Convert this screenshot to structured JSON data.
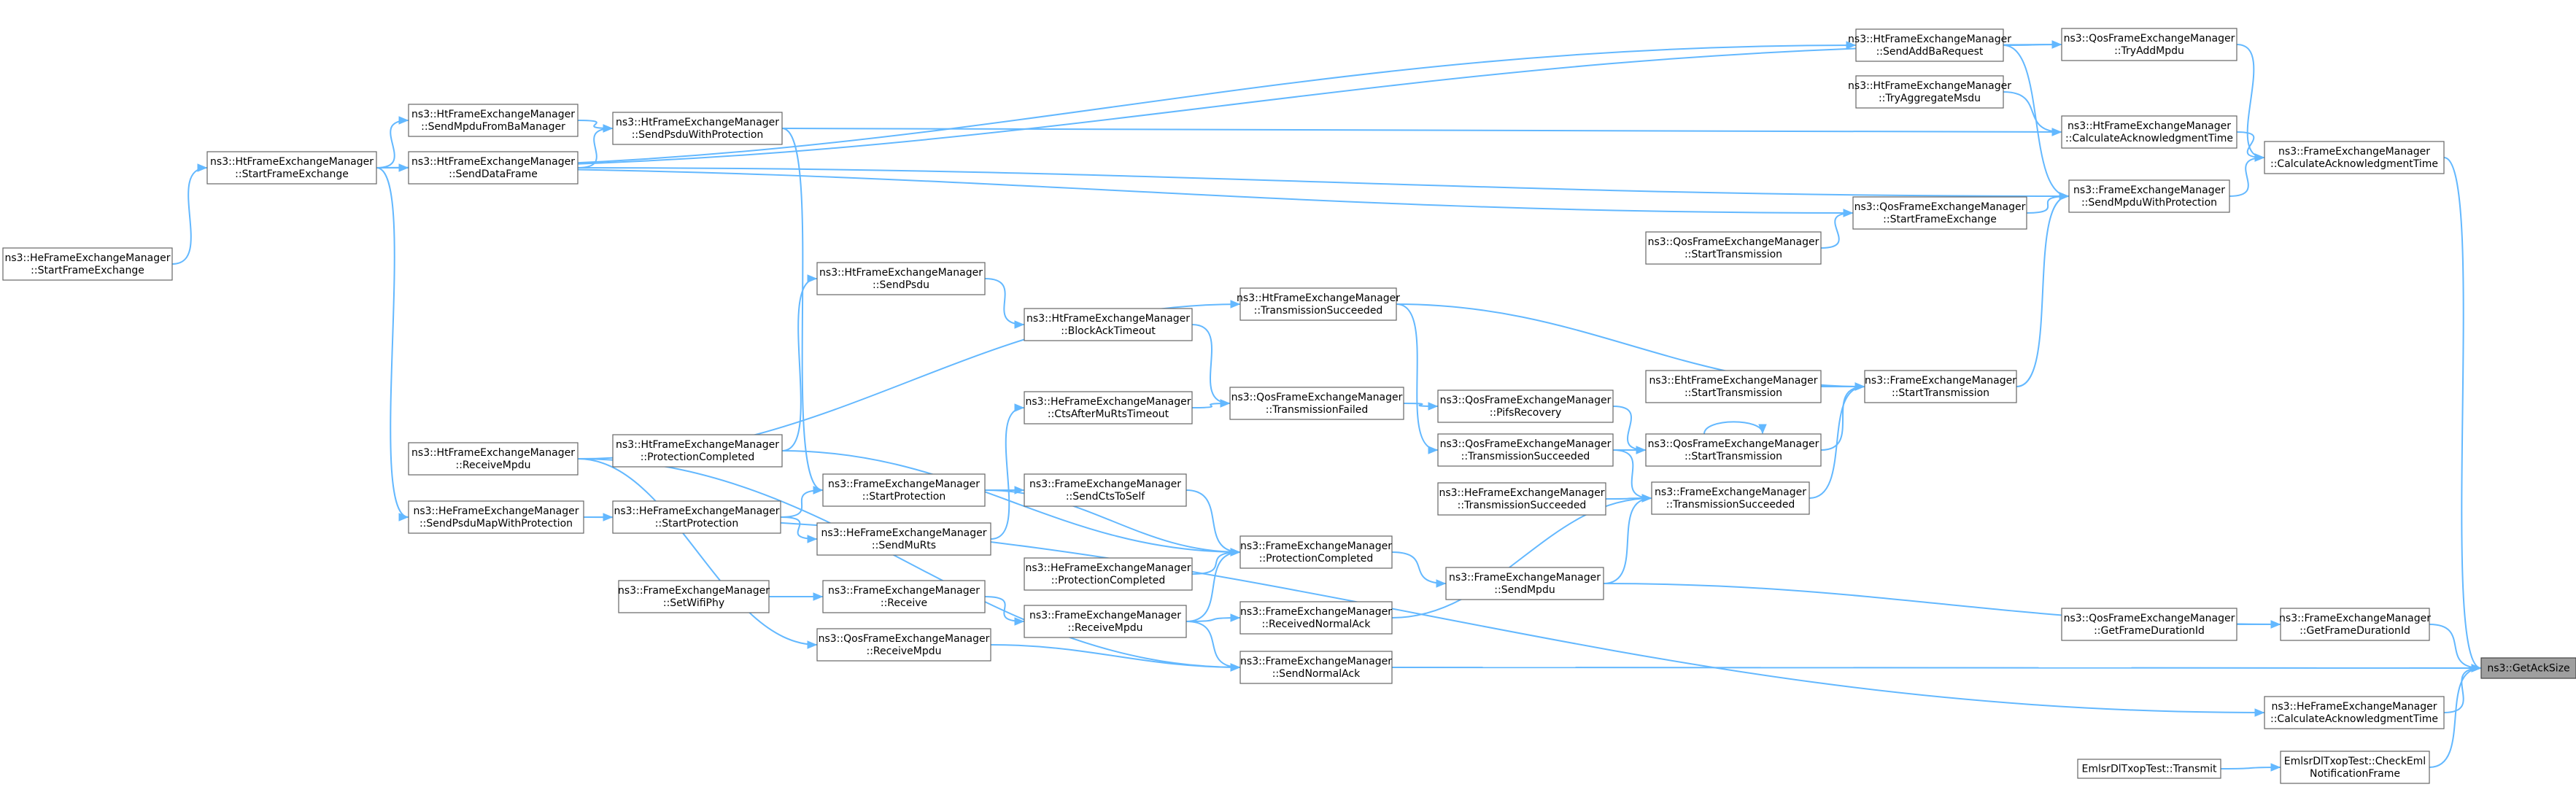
{
  "graph": {
    "highlight_node": "GetAckSize",
    "edge_color": "#63b8ff",
    "node_fill": "#ffffff",
    "highlight_fill": "#9f9f9f",
    "nodes": [
      {
        "id": "GetAckSize",
        "lines": [
          "ns3::GetAckSize"
        ]
      },
      {
        "id": "FEM_CalcAck",
        "lines": [
          "ns3::FrameExchangeManager",
          "::CalculateAcknowledgmentTime"
        ]
      },
      {
        "id": "FEM_GetFrameDurationId",
        "lines": [
          "ns3::FrameExchangeManager",
          "::GetFrameDurationId"
        ]
      },
      {
        "id": "FEM_SendNormalAck",
        "lines": [
          "ns3::FrameExchangeManager",
          "::SendNormalAck"
        ]
      },
      {
        "id": "HeFEM_CalcAck",
        "lines": [
          "ns3::HeFrameExchangeManager",
          "::CalculateAcknowledgmentTime"
        ]
      },
      {
        "id": "Emlsr_CheckEml",
        "lines": [
          "EmlsrDlTxopTest::CheckEml",
          "NotificationFrame"
        ]
      },
      {
        "id": "Emlsr_Transmit",
        "lines": [
          "EmlsrDlTxopTest::Transmit"
        ]
      },
      {
        "id": "QosFEM_GetFrameDurationId",
        "lines": [
          "ns3::QosFrameExchangeManager",
          "::GetFrameDurationId"
        ]
      },
      {
        "id": "FEM_SendMpduWithProtection",
        "lines": [
          "ns3::FrameExchangeManager",
          "::SendMpduWithProtection"
        ]
      },
      {
        "id": "HtFEM_CalcAck",
        "lines": [
          "ns3::HtFrameExchangeManager",
          "::CalculateAcknowledgmentTime"
        ]
      },
      {
        "id": "QosFEM_TryAddMpdu",
        "lines": [
          "ns3::QosFrameExchangeManager",
          "::TryAddMpdu"
        ]
      },
      {
        "id": "HtFEM_SendAddBaRequest",
        "lines": [
          "ns3::HtFrameExchangeManager",
          "::SendAddBaRequest"
        ]
      },
      {
        "id": "HtFEM_TryAggregateMsdu",
        "lines": [
          "ns3::HtFrameExchangeManager",
          "::TryAggregateMsdu"
        ]
      },
      {
        "id": "QosFEM_StartFrameExchange",
        "lines": [
          "ns3::QosFrameExchangeManager",
          "::StartFrameExchange"
        ]
      },
      {
        "id": "QosFEM_StartTransmission_top",
        "lines": [
          "ns3::QosFrameExchangeManager",
          "::StartTransmission"
        ]
      },
      {
        "id": "FEM_StartTransmission",
        "lines": [
          "ns3::FrameExchangeManager",
          "::StartTransmission"
        ]
      },
      {
        "id": "EhtFEM_StartTransmission",
        "lines": [
          "ns3::EhtFrameExchangeManager",
          "::StartTransmission"
        ]
      },
      {
        "id": "QosFEM_StartTransmission",
        "lines": [
          "ns3::QosFrameExchangeManager",
          "::StartTransmission"
        ]
      },
      {
        "id": "FEM_TransmissionSucceeded",
        "lines": [
          "ns3::FrameExchangeManager",
          "::TransmissionSucceeded"
        ]
      },
      {
        "id": "HeFEM_TransmissionSucceeded",
        "lines": [
          "ns3::HeFrameExchangeManager",
          "::TransmissionSucceeded"
        ]
      },
      {
        "id": "QosFEM_TransmissionSucceeded",
        "lines": [
          "ns3::QosFrameExchangeManager",
          "::TransmissionSucceeded"
        ]
      },
      {
        "id": "QosFEM_PifsRecovery",
        "lines": [
          "ns3::QosFrameExchangeManager",
          "::PifsRecovery"
        ]
      },
      {
        "id": "FEM_SendMpdu",
        "lines": [
          "ns3::FrameExchangeManager",
          "::SendMpdu"
        ]
      },
      {
        "id": "HtFEM_TransmissionSucceeded",
        "lines": [
          "ns3::HtFrameExchangeManager",
          "::TransmissionSucceeded"
        ]
      },
      {
        "id": "QosFEM_TransmissionFailed",
        "lines": [
          "ns3::QosFrameExchangeManager",
          "::TransmissionFailed"
        ]
      },
      {
        "id": "HtFEM_BlockAckTimeout",
        "lines": [
          "ns3::HtFrameExchangeManager",
          "::BlockAckTimeout"
        ]
      },
      {
        "id": "HeFEM_CtsAfterMuRtsTimeout",
        "lines": [
          "ns3::HeFrameExchangeManager",
          "::CtsAfterMuRtsTimeout"
        ]
      },
      {
        "id": "FEM_SendCtsToSelf",
        "lines": [
          "ns3::FrameExchangeManager",
          "::SendCtsToSelf"
        ]
      },
      {
        "id": "FEM_ProtectionCompleted",
        "lines": [
          "ns3::FrameExchangeManager",
          "::ProtectionCompleted"
        ]
      },
      {
        "id": "HeFEM_ProtectionCompleted",
        "lines": [
          "ns3::HeFrameExchangeManager",
          "::ProtectionCompleted"
        ]
      },
      {
        "id": "FEM_ReceivedNormalAck",
        "lines": [
          "ns3::FrameExchangeManager",
          "::ReceivedNormalAck"
        ]
      },
      {
        "id": "FEM_ReceiveMpdu",
        "lines": [
          "ns3::FrameExchangeManager",
          "::ReceiveMpdu"
        ]
      },
      {
        "id": "FEM_Receive",
        "lines": [
          "ns3::FrameExchangeManager",
          "::Receive"
        ]
      },
      {
        "id": "FEM_SetWifiPhy",
        "lines": [
          "ns3::FrameExchangeManager",
          "::SetWifiPhy"
        ]
      },
      {
        "id": "QosFEM_ReceiveMpdu",
        "lines": [
          "ns3::QosFrameExchangeManager",
          "::ReceiveMpdu"
        ]
      },
      {
        "id": "HtFEM_SendPsdu",
        "lines": [
          "ns3::HtFrameExchangeManager",
          "::SendPsdu"
        ]
      },
      {
        "id": "FEM_StartProtection",
        "lines": [
          "ns3::FrameExchangeManager",
          "::StartProtection"
        ]
      },
      {
        "id": "HeFEM_SendMuRts",
        "lines": [
          "ns3::HeFrameExchangeManager",
          "::SendMuRts"
        ]
      },
      {
        "id": "HtFEM_SendPsduWithProtection",
        "lines": [
          "ns3::HtFrameExchangeManager",
          "::SendPsduWithProtection"
        ]
      },
      {
        "id": "HtFEM_ProtectionCompleted",
        "lines": [
          "ns3::HtFrameExchangeManager",
          "::ProtectionCompleted"
        ]
      },
      {
        "id": "HeFEM_StartProtection",
        "lines": [
          "ns3::HeFrameExchangeManager",
          "::StartProtection"
        ]
      },
      {
        "id": "HtFEM_SendMpduFromBaManager",
        "lines": [
          "ns3::HtFrameExchangeManager",
          "::SendMpduFromBaManager"
        ]
      },
      {
        "id": "HtFEM_SendDataFrame",
        "lines": [
          "ns3::HtFrameExchangeManager",
          "::SendDataFrame"
        ]
      },
      {
        "id": "HtFEM_ReceiveMpdu",
        "lines": [
          "ns3::HtFrameExchangeManager",
          "::ReceiveMpdu"
        ]
      },
      {
        "id": "HeFEM_SendPsduMapWithProtection",
        "lines": [
          "ns3::HeFrameExchangeManager",
          "::SendPsduMapWithProtection"
        ]
      },
      {
        "id": "HtFEM_StartFrameExchange",
        "lines": [
          "ns3::HtFrameExchangeManager",
          "::StartFrameExchange"
        ]
      },
      {
        "id": "HeFEM_StartFrameExchange",
        "lines": [
          "ns3::HeFrameExchangeManager",
          "::StartFrameExchange"
        ]
      }
    ],
    "edges": [
      [
        "FEM_CalcAck",
        "GetAckSize"
      ],
      [
        "FEM_GetFrameDurationId",
        "GetAckSize"
      ],
      [
        "FEM_SendNormalAck",
        "GetAckSize"
      ],
      [
        "HeFEM_CalcAck",
        "GetAckSize"
      ],
      [
        "Emlsr_CheckEml",
        "GetAckSize"
      ],
      [
        "Emlsr_Transmit",
        "Emlsr_CheckEml"
      ],
      [
        "QosFEM_GetFrameDurationId",
        "FEM_GetFrameDurationId"
      ],
      [
        "FEM_SendMpdu",
        "FEM_GetFrameDurationId"
      ],
      [
        "HeFEM_SendPsduMapWithProtection",
        "HeFEM_CalcAck"
      ],
      [
        "FEM_SendMpduWithProtection",
        "FEM_CalcAck"
      ],
      [
        "HtFEM_CalcAck",
        "FEM_CalcAck"
      ],
      [
        "QosFEM_TryAddMpdu",
        "FEM_CalcAck"
      ],
      [
        "HtFEM_SendAddBaRequest",
        "QosFEM_TryAddMpdu"
      ],
      [
        "HtFEM_StartFrameExchange",
        "QosFEM_TryAddMpdu"
      ],
      [
        "HtFEM_StartFrameExchange",
        "HtFEM_SendAddBaRequest"
      ],
      [
        "HtFEM_TryAggregateMsdu",
        "HtFEM_CalcAck"
      ],
      [
        "HtFEM_SendPsduWithProtection",
        "HtFEM_CalcAck"
      ],
      [
        "QosFEM_StartFrameExchange",
        "FEM_SendMpduWithProtection"
      ],
      [
        "HtFEM_SendDataFrame",
        "FEM_SendMpduWithProtection"
      ],
      [
        "HtFEM_SendAddBaRequest",
        "FEM_SendMpduWithProtection"
      ],
      [
        "FEM_StartTransmission",
        "FEM_SendMpduWithProtection"
      ],
      [
        "QosFEM_StartTransmission_top",
        "QosFEM_StartFrameExchange"
      ],
      [
        "HtFEM_StartFrameExchange",
        "QosFEM_StartFrameExchange"
      ],
      [
        "EhtFEM_StartTransmission",
        "FEM_StartTransmission"
      ],
      [
        "QosFEM_StartTransmission",
        "FEM_StartTransmission"
      ],
      [
        "FEM_TransmissionSucceeded",
        "FEM_StartTransmission"
      ],
      [
        "HtFEM_TransmissionSucceeded",
        "FEM_StartTransmission"
      ],
      [
        "QosFEM_StartTransmission",
        "QosFEM_StartTransmission"
      ],
      [
        "QosFEM_TransmissionSucceeded",
        "QosFEM_StartTransmission"
      ],
      [
        "QosFEM_PifsRecovery",
        "QosFEM_StartTransmission"
      ],
      [
        "HeFEM_TransmissionSucceeded",
        "FEM_TransmissionSucceeded"
      ],
      [
        "QosFEM_TransmissionSucceeded",
        "FEM_TransmissionSucceeded"
      ],
      [
        "FEM_SendMpdu",
        "FEM_TransmissionSucceeded"
      ],
      [
        "FEM_ReceivedNormalAck",
        "FEM_TransmissionSucceeded"
      ],
      [
        "HtFEM_TransmissionSucceeded",
        "QosFEM_TransmissionSucceeded"
      ],
      [
        "QosFEM_TransmissionFailed",
        "QosFEM_PifsRecovery"
      ],
      [
        "FEM_ProtectionCompleted",
        "FEM_SendMpdu"
      ],
      [
        "HtFEM_BlockAckTimeout",
        "QosFEM_TransmissionFailed"
      ],
      [
        "HeFEM_CtsAfterMuRtsTimeout",
        "QosFEM_TransmissionFailed"
      ],
      [
        "HtFEM_SendPsdu",
        "HtFEM_BlockAckTimeout"
      ],
      [
        "HeFEM_SendMuRts",
        "HeFEM_CtsAfterMuRtsTimeout"
      ],
      [
        "FEM_SendCtsToSelf",
        "FEM_ProtectionCompleted"
      ],
      [
        "HeFEM_ProtectionCompleted",
        "FEM_ProtectionCompleted"
      ],
      [
        "FEM_ReceiveMpdu",
        "FEM_ProtectionCompleted"
      ],
      [
        "FEM_StartProtection",
        "FEM_ProtectionCompleted"
      ],
      [
        "HtFEM_ProtectionCompleted",
        "FEM_ProtectionCompleted"
      ],
      [
        "FEM_ReceiveMpdu",
        "FEM_ReceivedNormalAck"
      ],
      [
        "FEM_ReceiveMpdu",
        "FEM_SendNormalAck"
      ],
      [
        "QosFEM_ReceiveMpdu",
        "FEM_SendNormalAck"
      ],
      [
        "HtFEM_ReceiveMpdu",
        "FEM_SendNormalAck"
      ],
      [
        "FEM_Receive",
        "FEM_ReceiveMpdu"
      ],
      [
        "FEM_SetWifiPhy",
        "FEM_Receive"
      ],
      [
        "HtFEM_ReceiveMpdu",
        "QosFEM_ReceiveMpdu"
      ],
      [
        "FEM_StartProtection",
        "FEM_SendCtsToSelf"
      ],
      [
        "HeFEM_StartProtection",
        "FEM_StartProtection"
      ],
      [
        "HeFEM_StartProtection",
        "HeFEM_SendMuRts"
      ],
      [
        "HtFEM_SendPsduWithProtection",
        "FEM_StartProtection"
      ],
      [
        "HtFEM_ProtectionCompleted",
        "HtFEM_SendPsdu"
      ],
      [
        "HtFEM_ReceiveMpdu",
        "HtFEM_TransmissionSucceeded"
      ],
      [
        "HtFEM_SendMpduFromBaManager",
        "HtFEM_SendPsduWithProtection"
      ],
      [
        "HtFEM_SendDataFrame",
        "HtFEM_SendPsduWithProtection"
      ],
      [
        "HeFEM_SendPsduMapWithProtection",
        "HeFEM_StartProtection"
      ],
      [
        "HtFEM_StartFrameExchange",
        "HtFEM_SendMpduFromBaManager"
      ],
      [
        "HtFEM_StartFrameExchange",
        "HtFEM_SendDataFrame"
      ],
      [
        "HeFEM_StartFrameExchange",
        "HtFEM_StartFrameExchange"
      ],
      [
        "HtFEM_StartFrameExchange",
        "HeFEM_SendPsduMapWithProtection"
      ]
    ]
  }
}
